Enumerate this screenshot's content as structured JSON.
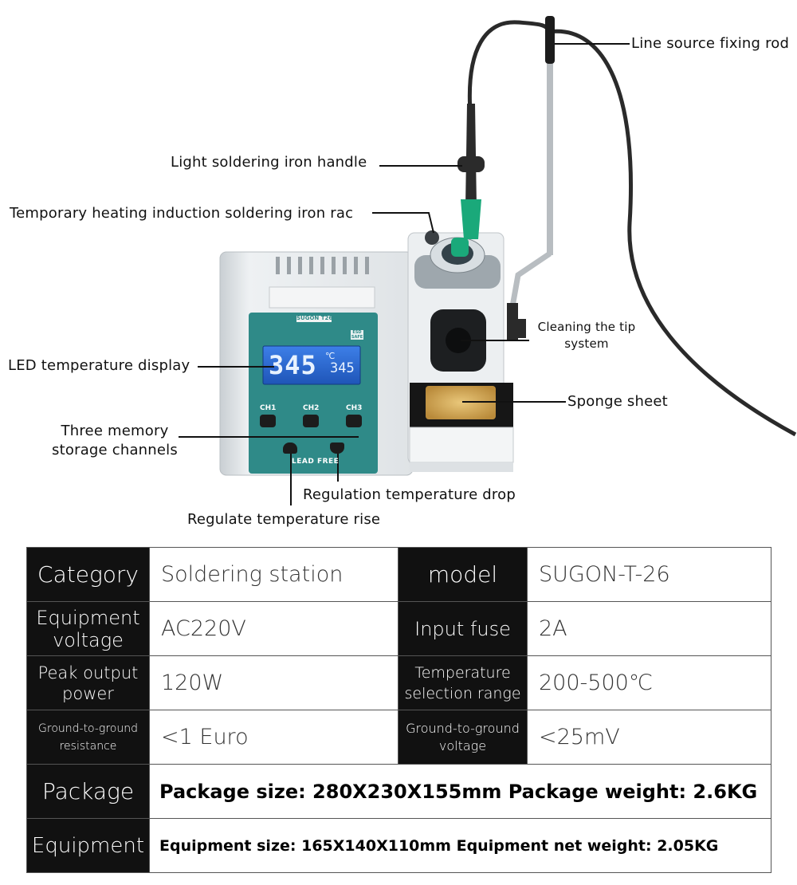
{
  "callouts": {
    "line_rod": "Line source fixing rod",
    "handle": "Light soldering iron handle",
    "rack": "Temporary heating induction soldering iron rac",
    "display": "LED temperature display",
    "cleaning_1": "Cleaning the tip",
    "cleaning_2": "system",
    "sponge": "Sponge sheet",
    "channels_1": "Three memory",
    "channels_2": "storage channels",
    "drop": "Regulation temperature drop",
    "rise": "Regulate temperature rise"
  },
  "device": {
    "brand": "SUGON T26",
    "badge": "ESD SAFE",
    "temp_main": "345",
    "temp_unit": "℃",
    "temp_set": "345",
    "ch1": "CH1",
    "ch2": "CH2",
    "ch3": "CH3",
    "lead_free": "LEAD FREE"
  },
  "specs": {
    "rows": [
      {
        "k1": "Category",
        "v1": "Soldering station",
        "k2": "model",
        "v2": "SUGON-T-26"
      },
      {
        "k1a": "Equipment",
        "k1b": "voltage",
        "v1": "AC220V",
        "k2": "Input fuse",
        "v2": "2A"
      },
      {
        "k1a": "Peak output",
        "k1b": "power",
        "v1": "120W",
        "k2a": "Temperature",
        "k2b": "selection range",
        "v2": "200-500℃"
      },
      {
        "k1a": "Ground-to-ground",
        "k1b": "resistance",
        "v1": "<1 Euro",
        "k2a": "Ground-to-ground",
        "k2b": "voltage",
        "v2": "<25mV"
      }
    ],
    "package_key": "Package",
    "package_value": "Package size: 280X230X155mm Package weight: 2.6KG",
    "equipment_key": "Equipment",
    "equipment_value": "Equipment size: 165X140X110mm Equipment net weight: 2.05KG"
  },
  "colors": {
    "panel_teal": "#2f8a88",
    "lcd_blue": "#2a6bd6",
    "body_gray": "#e9ecee",
    "handle_green": "#1aa97a"
  }
}
